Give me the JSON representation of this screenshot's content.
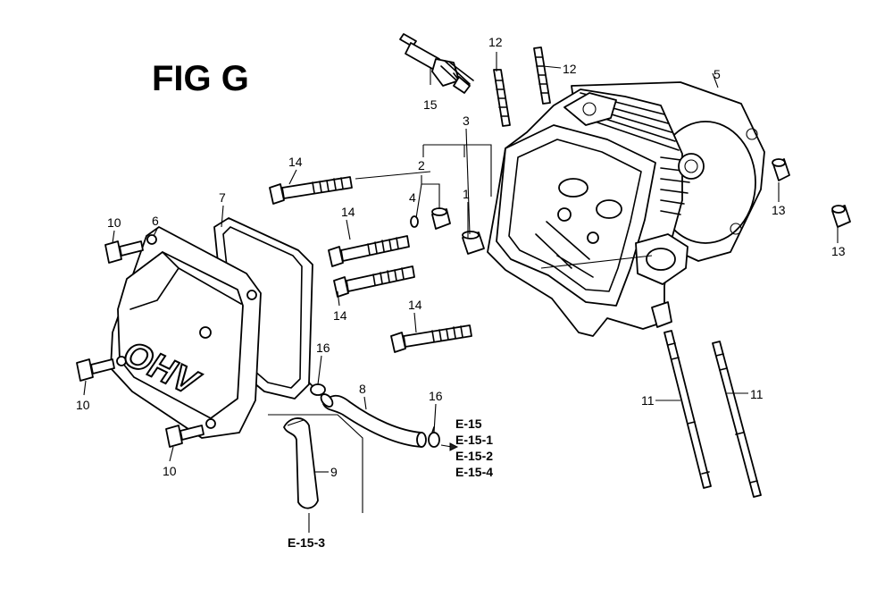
{
  "figure_title": "FIG G",
  "embossed_text": "OHV",
  "part_labels": [
    "1",
    "2",
    "3",
    "4",
    "5",
    "6",
    "7",
    "8",
    "9",
    "10",
    "10",
    "10",
    "11",
    "11",
    "12",
    "12",
    "13",
    "13",
    "14",
    "14",
    "14",
    "14",
    "15",
    "16",
    "16"
  ],
  "references": [
    "E-15",
    "E-15-1",
    "E-15-2",
    "E-15-4",
    "E-15-3"
  ]
}
